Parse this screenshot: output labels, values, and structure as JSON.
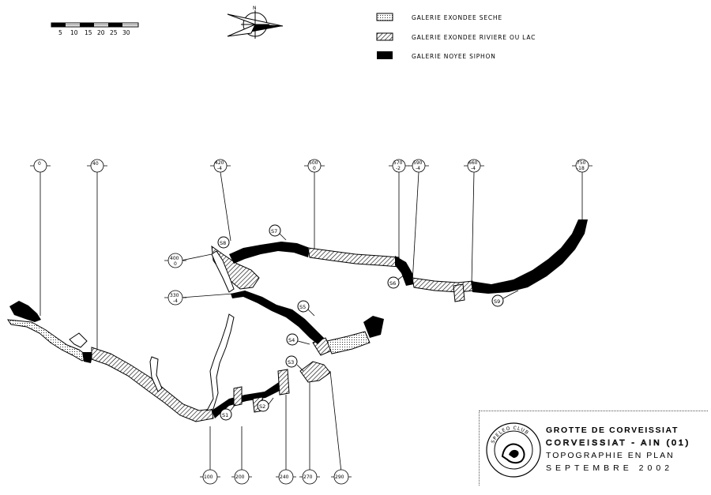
{
  "legend": {
    "items": [
      {
        "label": "GALERIE EXONDEE SECHE",
        "swatch": "dotted"
      },
      {
        "label": "GALERIE EXONDEE RIVIERE OU LAC",
        "swatch": "hatched"
      },
      {
        "label": "GALERIE NOYEE SIPHON",
        "swatch": "solid"
      }
    ]
  },
  "scale_bar": {
    "ticks": [
      "5",
      "10",
      "15",
      "20",
      "25",
      "30"
    ]
  },
  "north_arrow": {
    "label": "N"
  },
  "distance_markers": [
    {
      "distance": "0",
      "depth": ""
    },
    {
      "distance": "40",
      "depth": ""
    },
    {
      "distance": "420",
      "depth": "-4"
    },
    {
      "distance": "500",
      "depth": "0"
    },
    {
      "distance": "570",
      "depth": "-2"
    },
    {
      "distance": "590",
      "depth": "-4"
    },
    {
      "distance": "660",
      "depth": "-4"
    },
    {
      "distance": "750",
      "depth": "-18"
    }
  ],
  "side_markers": [
    {
      "distance": "400",
      "depth": "0"
    },
    {
      "distance": "330",
      "depth": "-4"
    }
  ],
  "bottom_markers": [
    {
      "distance": "100",
      "depth": ""
    },
    {
      "distance": "200",
      "depth": ""
    },
    {
      "distance": "240",
      "depth": ""
    },
    {
      "distance": "270",
      "depth": ""
    },
    {
      "distance": "290",
      "depth": ""
    }
  ],
  "stations": [
    "S1",
    "S2",
    "S3",
    "S4",
    "S5",
    "S6",
    "S7",
    "S8",
    "S9"
  ],
  "title_block": {
    "title": "GROTTE DE CORVEISSIAT",
    "location": "CORVEISSIAT - AIN (01)",
    "subtitle": "TOPOGRAPHIE EN PLAN",
    "date": "SEPTEMBRE 2002",
    "seal_text": "SPELEO CLUB"
  },
  "colors": {
    "ink": "#000000",
    "paper": "#ffffff"
  }
}
